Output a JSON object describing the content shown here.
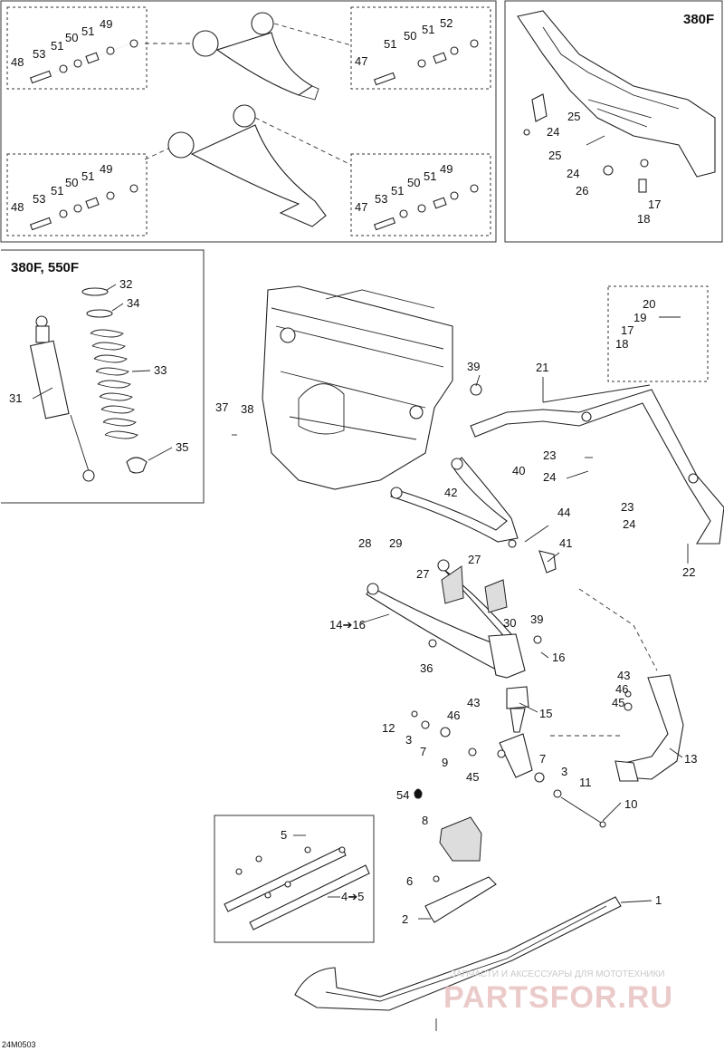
{
  "insets": {
    "bottom_left": "380F, 550F",
    "top_right": "380F"
  },
  "figure_code": "24M0503",
  "watermark": {
    "line1": "ЗАПЧАСТИ И АКСЕССУАРЫ ДЛЯ МОТОТЕХНИКИ",
    "line2": "PARTSFOR.RU"
  },
  "callouts": {
    "tl_top": [
      "48",
      "53",
      "51",
      "50",
      "51",
      "49"
    ],
    "tl_bottom": [
      "48",
      "53",
      "51",
      "50",
      "51",
      "49"
    ],
    "tm_top": [
      "47",
      "51",
      "50",
      "51",
      "52"
    ],
    "tm_bottom": [
      "47",
      "53",
      "51",
      "50",
      "51",
      "49"
    ],
    "tr": [
      "25",
      "24",
      "25",
      "24",
      "26",
      "17",
      "18"
    ],
    "shock": [
      "32",
      "34",
      "33",
      "31",
      "35"
    ],
    "main": [
      "37",
      "38",
      "39",
      "21",
      "20",
      "19",
      "17",
      "18",
      "23",
      "24",
      "40",
      "42",
      "23",
      "24",
      "44",
      "41",
      "22",
      "28",
      "29",
      "27",
      "27",
      "30",
      "39",
      "14➔16",
      "16",
      "36",
      "15",
      "43",
      "46",
      "45",
      "12",
      "3",
      "7",
      "43",
      "46",
      "9",
      "45",
      "13",
      "7",
      "3",
      "11",
      "54",
      "10",
      "5",
      "4➔5",
      "8",
      "6",
      "1",
      "2"
    ]
  }
}
